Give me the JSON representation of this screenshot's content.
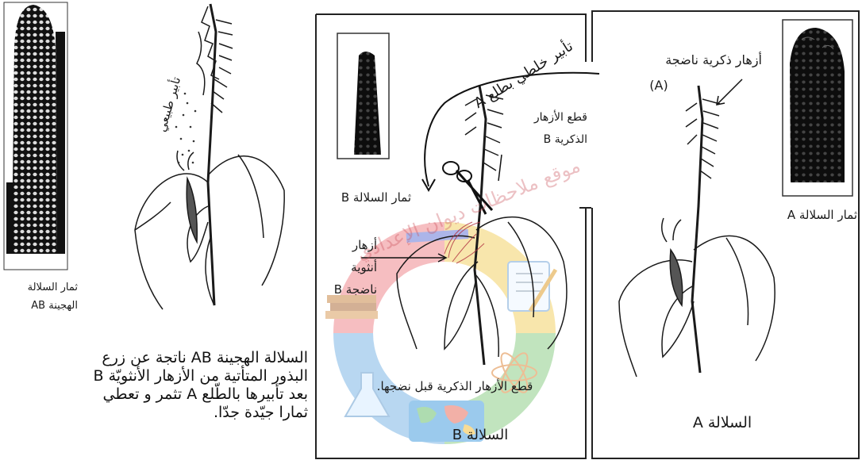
{
  "left": {
    "cob_label_line1": "ثمار السلالة",
    "cob_label_line2": "الهجينة AB",
    "pollination_label": "تأبير طبيعي",
    "caption_lines": [
      "السلالة الهجينة AB ناتجة عن زرع",
      "البذور المتأتية من الأزهار الأنثويّة B",
      "بعد تأبيرها بالطّلع A تثمر و تعطي",
      "ثمارا جيّدة جدّا."
    ]
  },
  "middle": {
    "cross_pollination_label": "تأبير خلطي بطلع A",
    "cut_male_label_line1": "قطع الأزهار",
    "cut_male_label_line2": "الذكرية B",
    "fruit_label": "ثمار السلالة B",
    "female_label_lines": [
      "أزهار",
      "أنثوية",
      "ناضجة B"
    ],
    "cut_before_maturity": "قطع الأزهار الذكرية قبل نضجها.",
    "strain_label": "السلالة B"
  },
  "right": {
    "male_flowers_label": "أزهار ذكرية ناضجة",
    "male_flowers_strain": "(A)",
    "fruit_label": "ثمار السلالة A",
    "strain_label": "السلالة A"
  },
  "watermark": {
    "text": "موقع ملاحظات ديوان الإعدادي"
  },
  "colors": {
    "ink": "#1a1a1a",
    "watermark_red": "#e8606a",
    "watermark_blue": "#5aa0d8",
    "watermark_yellow": "#f2c94c",
    "watermark_green": "#7cc47a"
  }
}
